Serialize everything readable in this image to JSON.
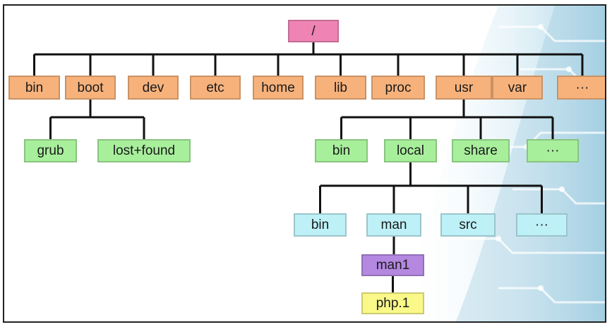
{
  "colors": {
    "root": "#ef84b4",
    "level1": "#f7b27c",
    "level2": "#a8ef9c",
    "level3": "#bdf1f7",
    "level4": "#b488e0",
    "level5": "#f9f889",
    "connector": "#111111"
  },
  "tree": {
    "root": "/",
    "level1": [
      "bin",
      "boot",
      "dev",
      "etc",
      "home",
      "lib",
      "proc",
      "usr",
      "var",
      "···"
    ],
    "boot_children": [
      "grub",
      "lost+found"
    ],
    "usr_children": [
      "bin",
      "local",
      "share",
      "···"
    ],
    "local_children": [
      "bin",
      "man",
      "src",
      "···"
    ],
    "man_children": [
      "man1"
    ],
    "man1_children": [
      "php.1"
    ]
  }
}
